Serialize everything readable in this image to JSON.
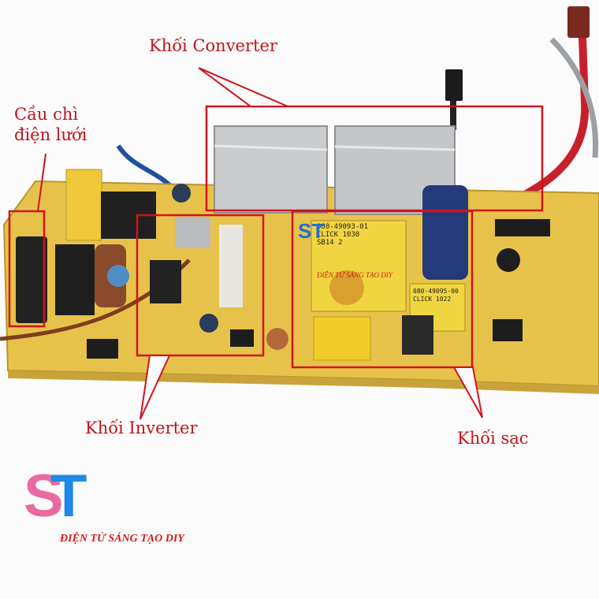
{
  "labels": {
    "converter": "Khối Converter",
    "fuse": "Cầu chì\nđiện lưới",
    "inverter": "Khối Inverter",
    "charger": "Khối sạc"
  },
  "watermark": {
    "logo_letters": "ST",
    "caption": "ĐIỆN TỬ SÁNG TẠO DIY",
    "board_overlay": "ĐIỆN TỬ SÁNG TẠO DIY"
  },
  "board_markings": {
    "transformer_1_line1": "080-49093-01",
    "transformer_1_line2": "CLICK 1030",
    "transformer_1_line3": "SB14 2",
    "transformer_2_line1": "080-49095-00",
    "transformer_2_line2": "CLICK 1022"
  },
  "colors": {
    "annotation": "#d0141c",
    "pcb": "#e7c24a",
    "heatsink": "#c9cbcd",
    "wire_red": "#c8202a",
    "wire_blue": "#1f4fa0"
  }
}
